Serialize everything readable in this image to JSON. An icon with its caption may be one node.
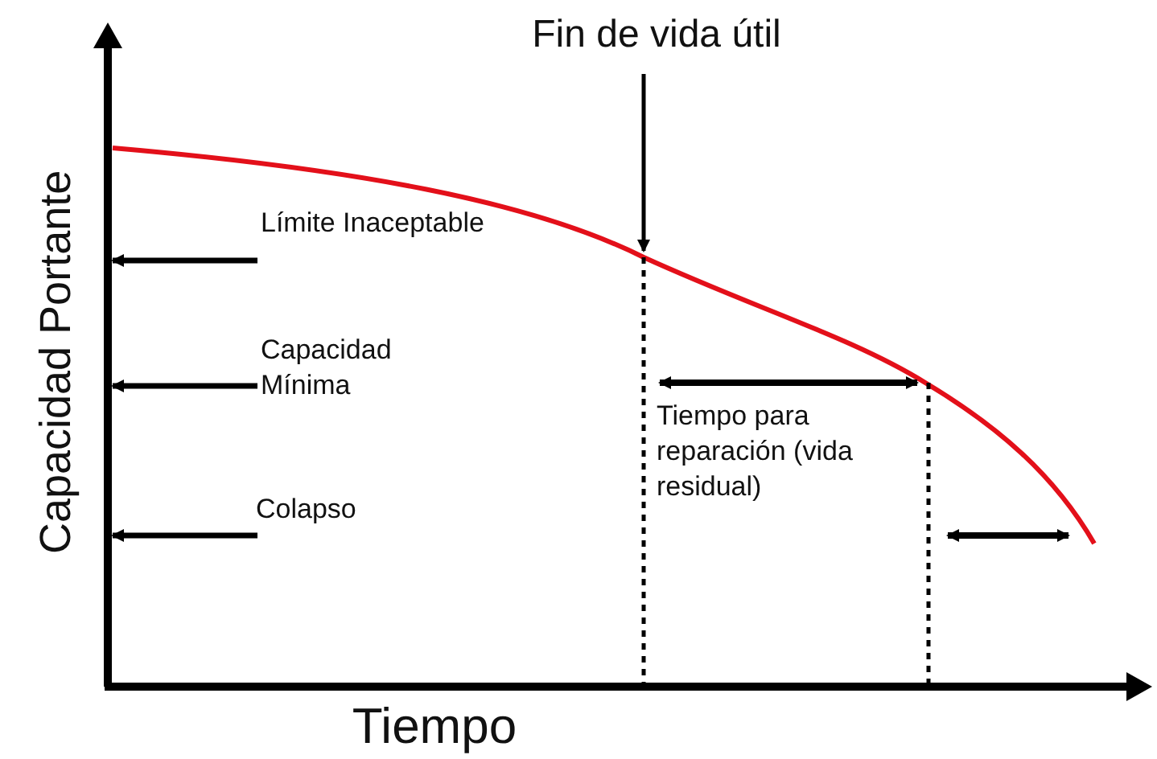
{
  "diagram": {
    "nodes": [
      {
        "text": [
          "Fin de vida útil"
        ]
      },
      {
        "text": [
          "Límite Inaceptable"
        ]
      },
      {
        "text": [
          "Capacidad Mínima"
        ]
      },
      {
        "text": [
          "Colapso"
        ]
      }
    ],
    "edges": [
      {
        "from": 0,
        "to": null,
        "arrow": "to"
      },
      {
        "from": 1,
        "to": null,
        "arrow": "to"
      },
      {
        "from": 2,
        "to": null,
        "arrow": "to"
      },
      {
        "from": 3,
        "to": null,
        "arrow": "to"
      }
    ],
    "labels": [
      "Tiempo para reparación (vida residual)",
      "Capacidad Portante",
      "Tiempo"
    ]
  }
}
